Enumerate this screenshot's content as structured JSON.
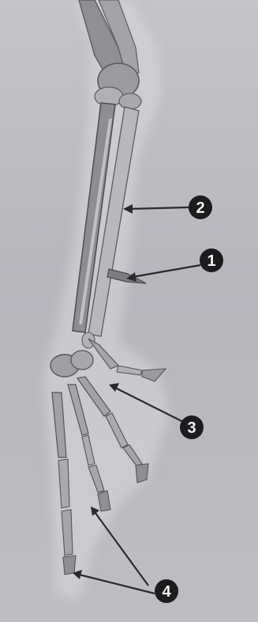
{
  "callouts": [
    {
      "id": "1",
      "label": "1"
    },
    {
      "id": "2",
      "label": "2"
    },
    {
      "id": "3",
      "label": "3"
    },
    {
      "id": "4",
      "label": "4"
    }
  ],
  "colors": {
    "background": "#b9b9bf",
    "bone": "#8e8e94",
    "bone_light": "#d4d4d8",
    "callout_fill": "#1c1c1e",
    "callout_text": "#f2f2f2",
    "arrow": "#2a2a2e"
  }
}
